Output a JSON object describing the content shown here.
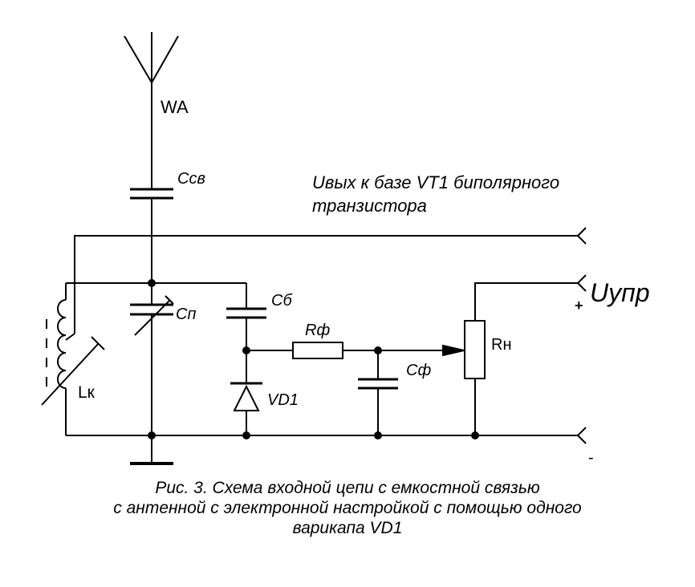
{
  "labels": {
    "antenna": "WA",
    "c_coupling": "Ссв",
    "output_line1": "Uвых к базе VT1 биполярного",
    "output_line2": "транзистора",
    "c_variable": "Сп",
    "c_block": "Сб",
    "r_filter": "Rф",
    "r_load": "Rн",
    "c_filter": "Сф",
    "varicap": "VD1",
    "inductor": "Lк",
    "u_control": "Uупр",
    "plus": "+",
    "minus": "-"
  },
  "caption": {
    "line1": "Рис. 3. Схема входной цепи с емкостной связью",
    "line2": "с антенной с электронной настройкой с помощью одного",
    "line3": "варикапа VD1"
  }
}
